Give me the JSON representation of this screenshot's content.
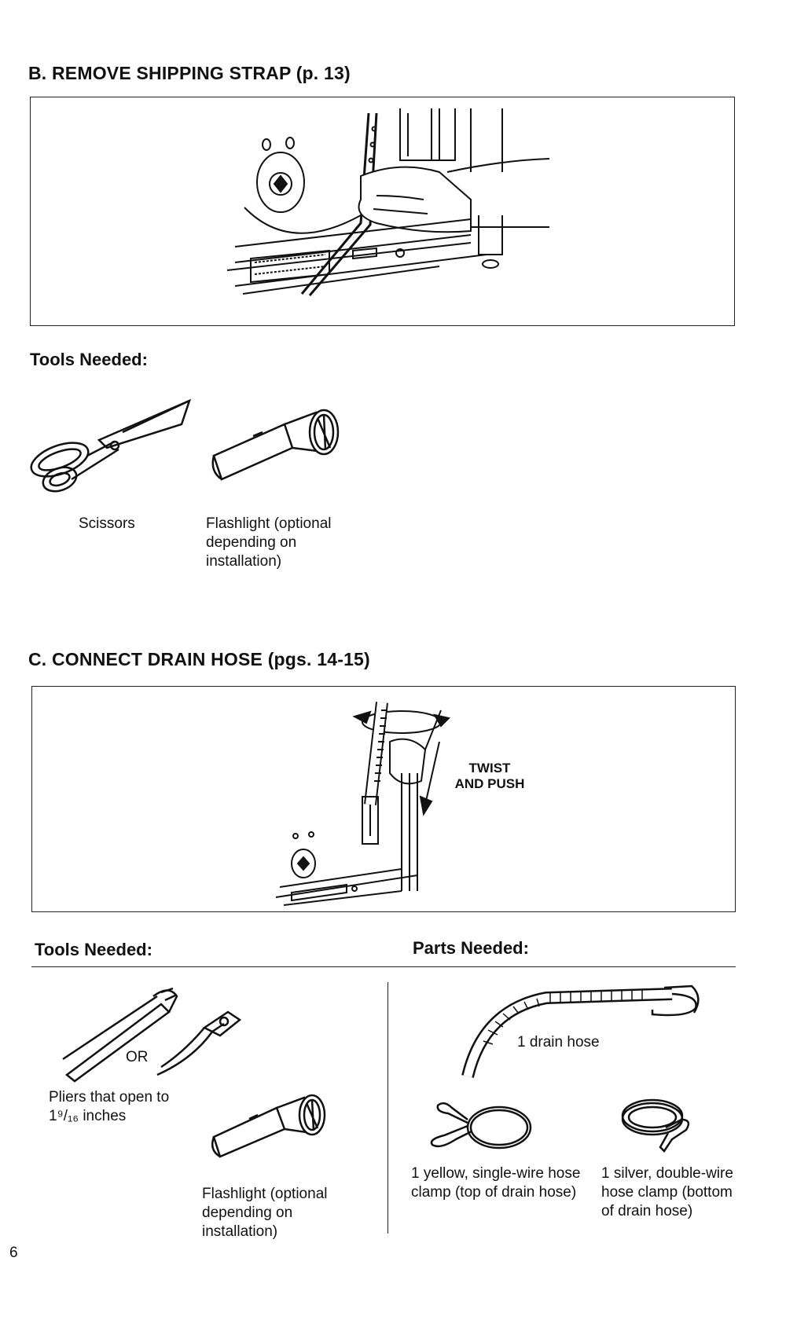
{
  "section_b": {
    "heading": "B. REMOVE SHIPPING STRAP (p. 13)",
    "tools_heading": "Tools Needed:",
    "tools": [
      {
        "icon": "scissors-icon",
        "label": "Scissors"
      },
      {
        "icon": "flashlight-icon",
        "label": "Flashlight (optional depending on installation)"
      }
    ]
  },
  "section_c": {
    "heading": "C. CONNECT DRAIN HOSE (pgs. 14-15)",
    "illustration_text": "TWIST AND PUSH",
    "tools_heading": "Tools Needed:",
    "parts_heading": "Parts Needed:",
    "pliers_or": "OR",
    "pliers_label": "Pliers that open to 1⁹/₁₆ inches",
    "flashlight_label": "Flashlight (optional depending on installation)",
    "parts": [
      {
        "icon": "drain-hose-icon",
        "label": "1 drain hose"
      },
      {
        "icon": "single-wire-clamp-icon",
        "label": "1 yellow, single-wire hose clamp (top of drain hose)"
      },
      {
        "icon": "double-wire-clamp-icon",
        "label": "1 silver, double-wire hose clamp (bottom of drain hose)"
      }
    ]
  },
  "page_number": "6"
}
